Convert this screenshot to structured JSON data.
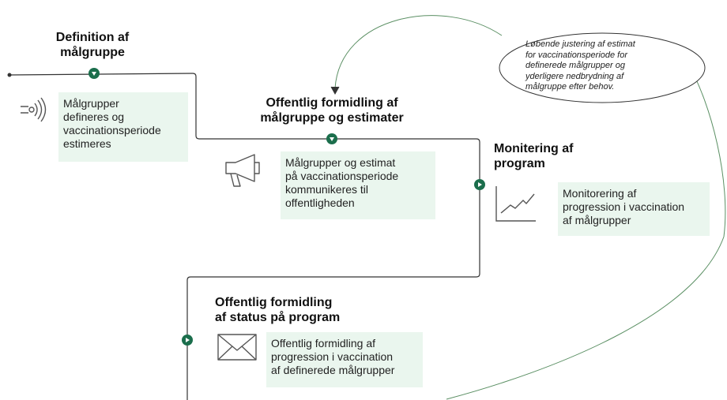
{
  "colors": {
    "accent": "#1b6e4c",
    "line": "#333333",
    "box_bg": "#eaf6ee",
    "loop_arrow": "#5a8f63"
  },
  "steps": [
    {
      "heading": [
        "Definition af",
        "målgruppe"
      ],
      "text": [
        "Målgrupper",
        "defineres og",
        "vaccinationsperiode",
        "estimeres"
      ],
      "icon": "signal-waves-icon",
      "marker": "down"
    },
    {
      "heading": [
        "Offentlig formidling af",
        "målgruppe og estimater"
      ],
      "text": [
        "Målgrupper og estimat",
        "på vaccinationsperiode",
        "kommunikeres til",
        "offentligheden"
      ],
      "icon": "megaphone-icon",
      "marker": "down"
    },
    {
      "heading": [
        "Monitering af",
        "program"
      ],
      "text": [
        "Monitorering af",
        "progression i vaccination",
        "af målgrupper"
      ],
      "icon": "line-chart-icon",
      "marker": "right"
    },
    {
      "heading": [
        "Offentlig formidling",
        "af status på program"
      ],
      "text": [
        "Offentlig formidling af",
        "progression i vaccination",
        "af definerede målgrupper"
      ],
      "icon": "envelope-icon",
      "marker": "right"
    }
  ],
  "feedback_note": [
    "Løbende justering af estimat",
    "for vaccinationsperiode for",
    "definerede målgrupper og",
    "yderligere nedbrydning af",
    "målgruppe efter behov."
  ]
}
